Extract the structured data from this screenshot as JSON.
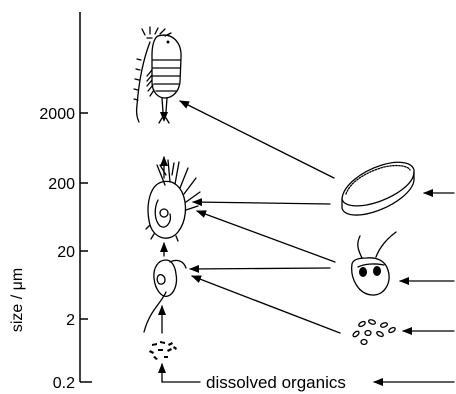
{
  "axis": {
    "label": "size / μm",
    "ticks": [
      "2000",
      "200",
      "20",
      "2",
      "0.2"
    ]
  },
  "labels": {
    "dissolved": "dissolved organics"
  },
  "icons": [
    "copepod-icon",
    "ciliate-icon",
    "flagellate-icon",
    "bacteria-icon",
    "diatom-icon",
    "dinoflagellate-icon",
    "small-cells-icon"
  ]
}
